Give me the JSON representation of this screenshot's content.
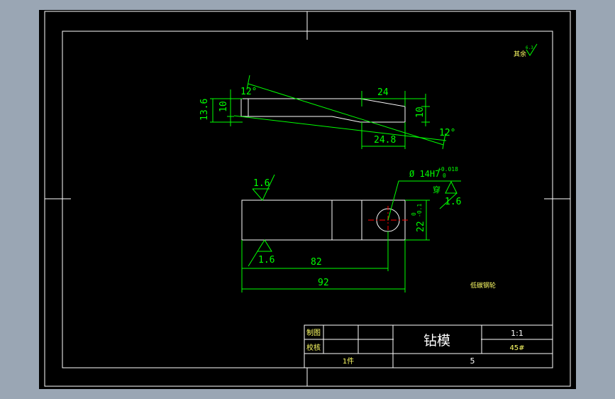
{
  "dimensions": {
    "top_angle": "12°",
    "right_angle": "12°",
    "slot_width": "24",
    "thickness_left": "10",
    "thickness_right": "10",
    "overall_height": "13.6",
    "bottom_offset": "24.8",
    "hole_spec": "Ø 14H7",
    "hole_tol_upper": "+0.018",
    "hole_tol_lower": "0",
    "through_label": "穿",
    "height_dim": "22",
    "height_tol_upper": "0",
    "height_tol_lower": "-0.1",
    "hole_pos": "82",
    "overall_length": "92"
  },
  "roughness": {
    "top_left": "1.6",
    "hole": "1.6",
    "bottom": "1.6",
    "rest_label": "其余",
    "rest_value": "6.3"
  },
  "notes": {
    "heat_treatment": "低碳钢轮"
  },
  "title_block": {
    "drawn_label": "制图",
    "checked_label": "校核",
    "part_name": "钻模",
    "scale": "1:1",
    "material": "45#",
    "quantity": "1件",
    "sheet_no": "5"
  },
  "colors": {
    "background": "#000000",
    "outline": "#ffffff",
    "dimension": "#00ff00",
    "centerline": "#ff0000",
    "window": "#9aa6b4"
  }
}
